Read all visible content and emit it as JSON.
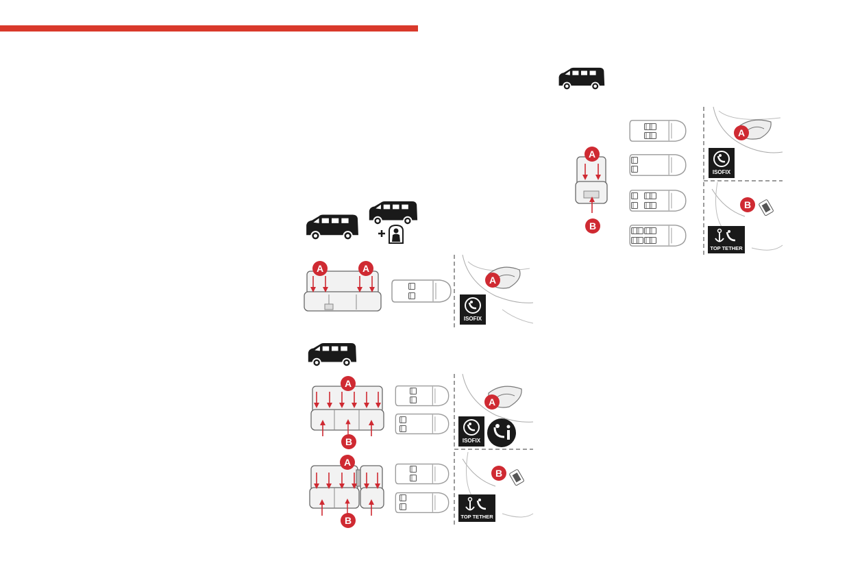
{
  "colors": {
    "accent": "#d9392b",
    "marker": "#cf2a32",
    "ink": "#1a1a1a",
    "line": "#8a8a8a",
    "dash": "#9a9a9a"
  },
  "markers": {
    "a": "A",
    "b": "B"
  },
  "badges": {
    "isofix": "ISOFIX",
    "top_tether": "TOP TETHER"
  },
  "icons": [
    "van-silhouette-icon",
    "isofix-icon",
    "top-tether-icon",
    "child-seat-icon",
    "seat-info-icon",
    "anchor-icon",
    "plus-icon"
  ]
}
